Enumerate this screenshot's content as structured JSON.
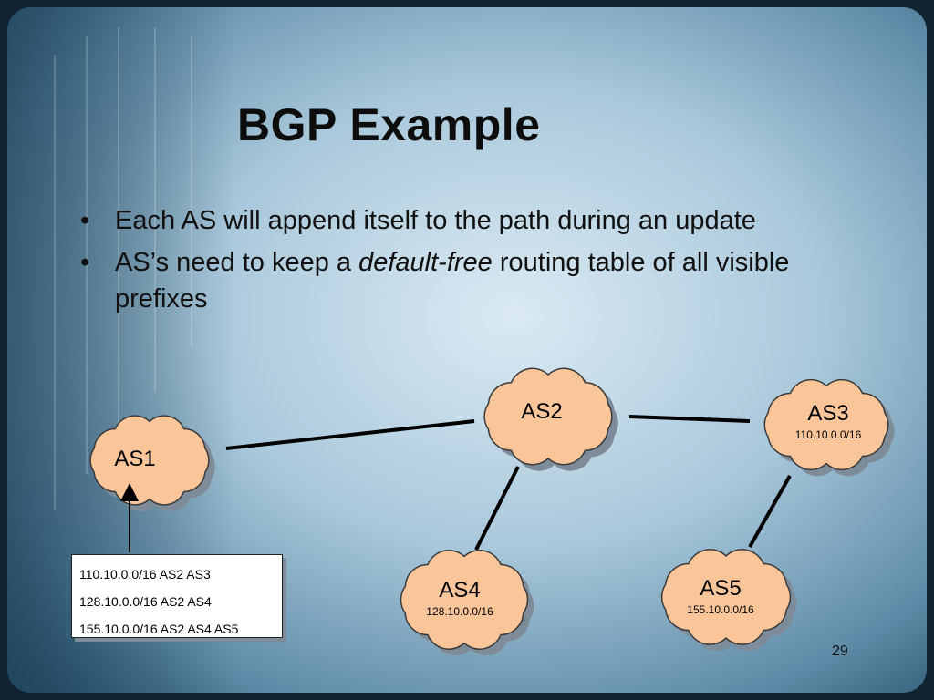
{
  "slide": {
    "title": "BGP Example",
    "bullets": [
      {
        "bullet": "•",
        "pre": "Each AS will append itself to the path during an update",
        "em": "",
        "post": ""
      },
      {
        "bullet": "•",
        "pre": "AS’s need to keep a ",
        "em": "default-free",
        "post": " routing table of all visible prefixes"
      }
    ],
    "page_number": "29"
  },
  "diagram": {
    "nodes": [
      {
        "id": "as1",
        "label": "AS1",
        "prefix": ""
      },
      {
        "id": "as2",
        "label": "AS2",
        "prefix": ""
      },
      {
        "id": "as3",
        "label": "AS3",
        "prefix": "110.10.0.0/16"
      },
      {
        "id": "as4",
        "label": "AS4",
        "prefix": "128.10.0.0/16"
      },
      {
        "id": "as5",
        "label": "AS5",
        "prefix": "155.10.0.0/16"
      }
    ],
    "links": [
      [
        "as1",
        "as2"
      ],
      [
        "as2",
        "as3"
      ],
      [
        "as2",
        "as4"
      ],
      [
        "as3",
        "as5"
      ]
    ],
    "routing_table": {
      "rows": [
        "110.10.0.0/16 AS2 AS3",
        "128.10.0.0/16 AS2 AS4",
        "155.10.0.0/16 AS2 AS4 AS5"
      ]
    },
    "colors": {
      "cloud_fill": "#fbc59a",
      "cloud_stroke": "#3a3a3a",
      "cloud_shadow": "#7e8c99",
      "link": "#000000"
    }
  }
}
